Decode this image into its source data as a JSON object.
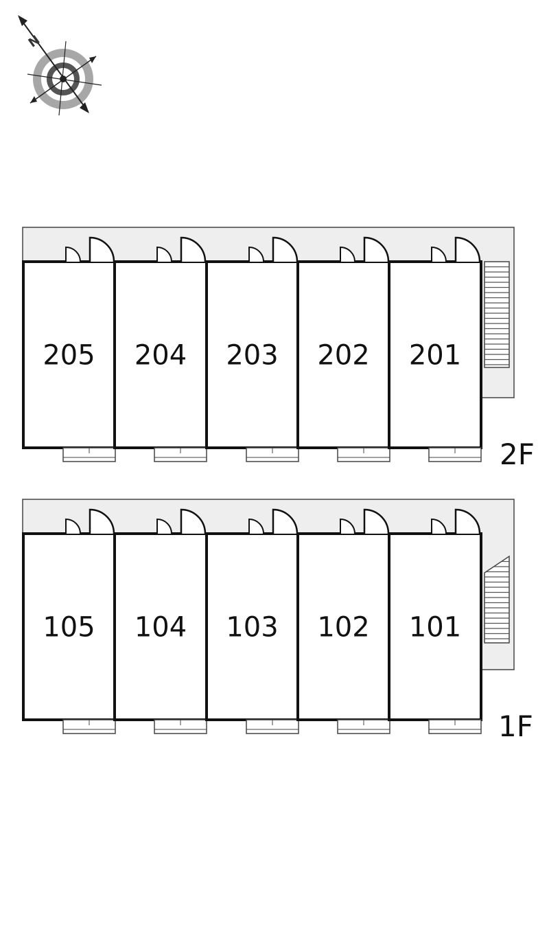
{
  "compass": {
    "north_label": "N"
  },
  "floors": [
    {
      "id": "2F",
      "label": "2F",
      "units": [
        "205",
        "204",
        "203",
        "202",
        "201"
      ]
    },
    {
      "id": "1F",
      "label": "1F",
      "units": [
        "105",
        "104",
        "103",
        "102",
        "101"
      ]
    }
  ],
  "colors": {
    "corridor": "#eeeeee",
    "wall": "#111111",
    "compass_ring": "#999999"
  }
}
